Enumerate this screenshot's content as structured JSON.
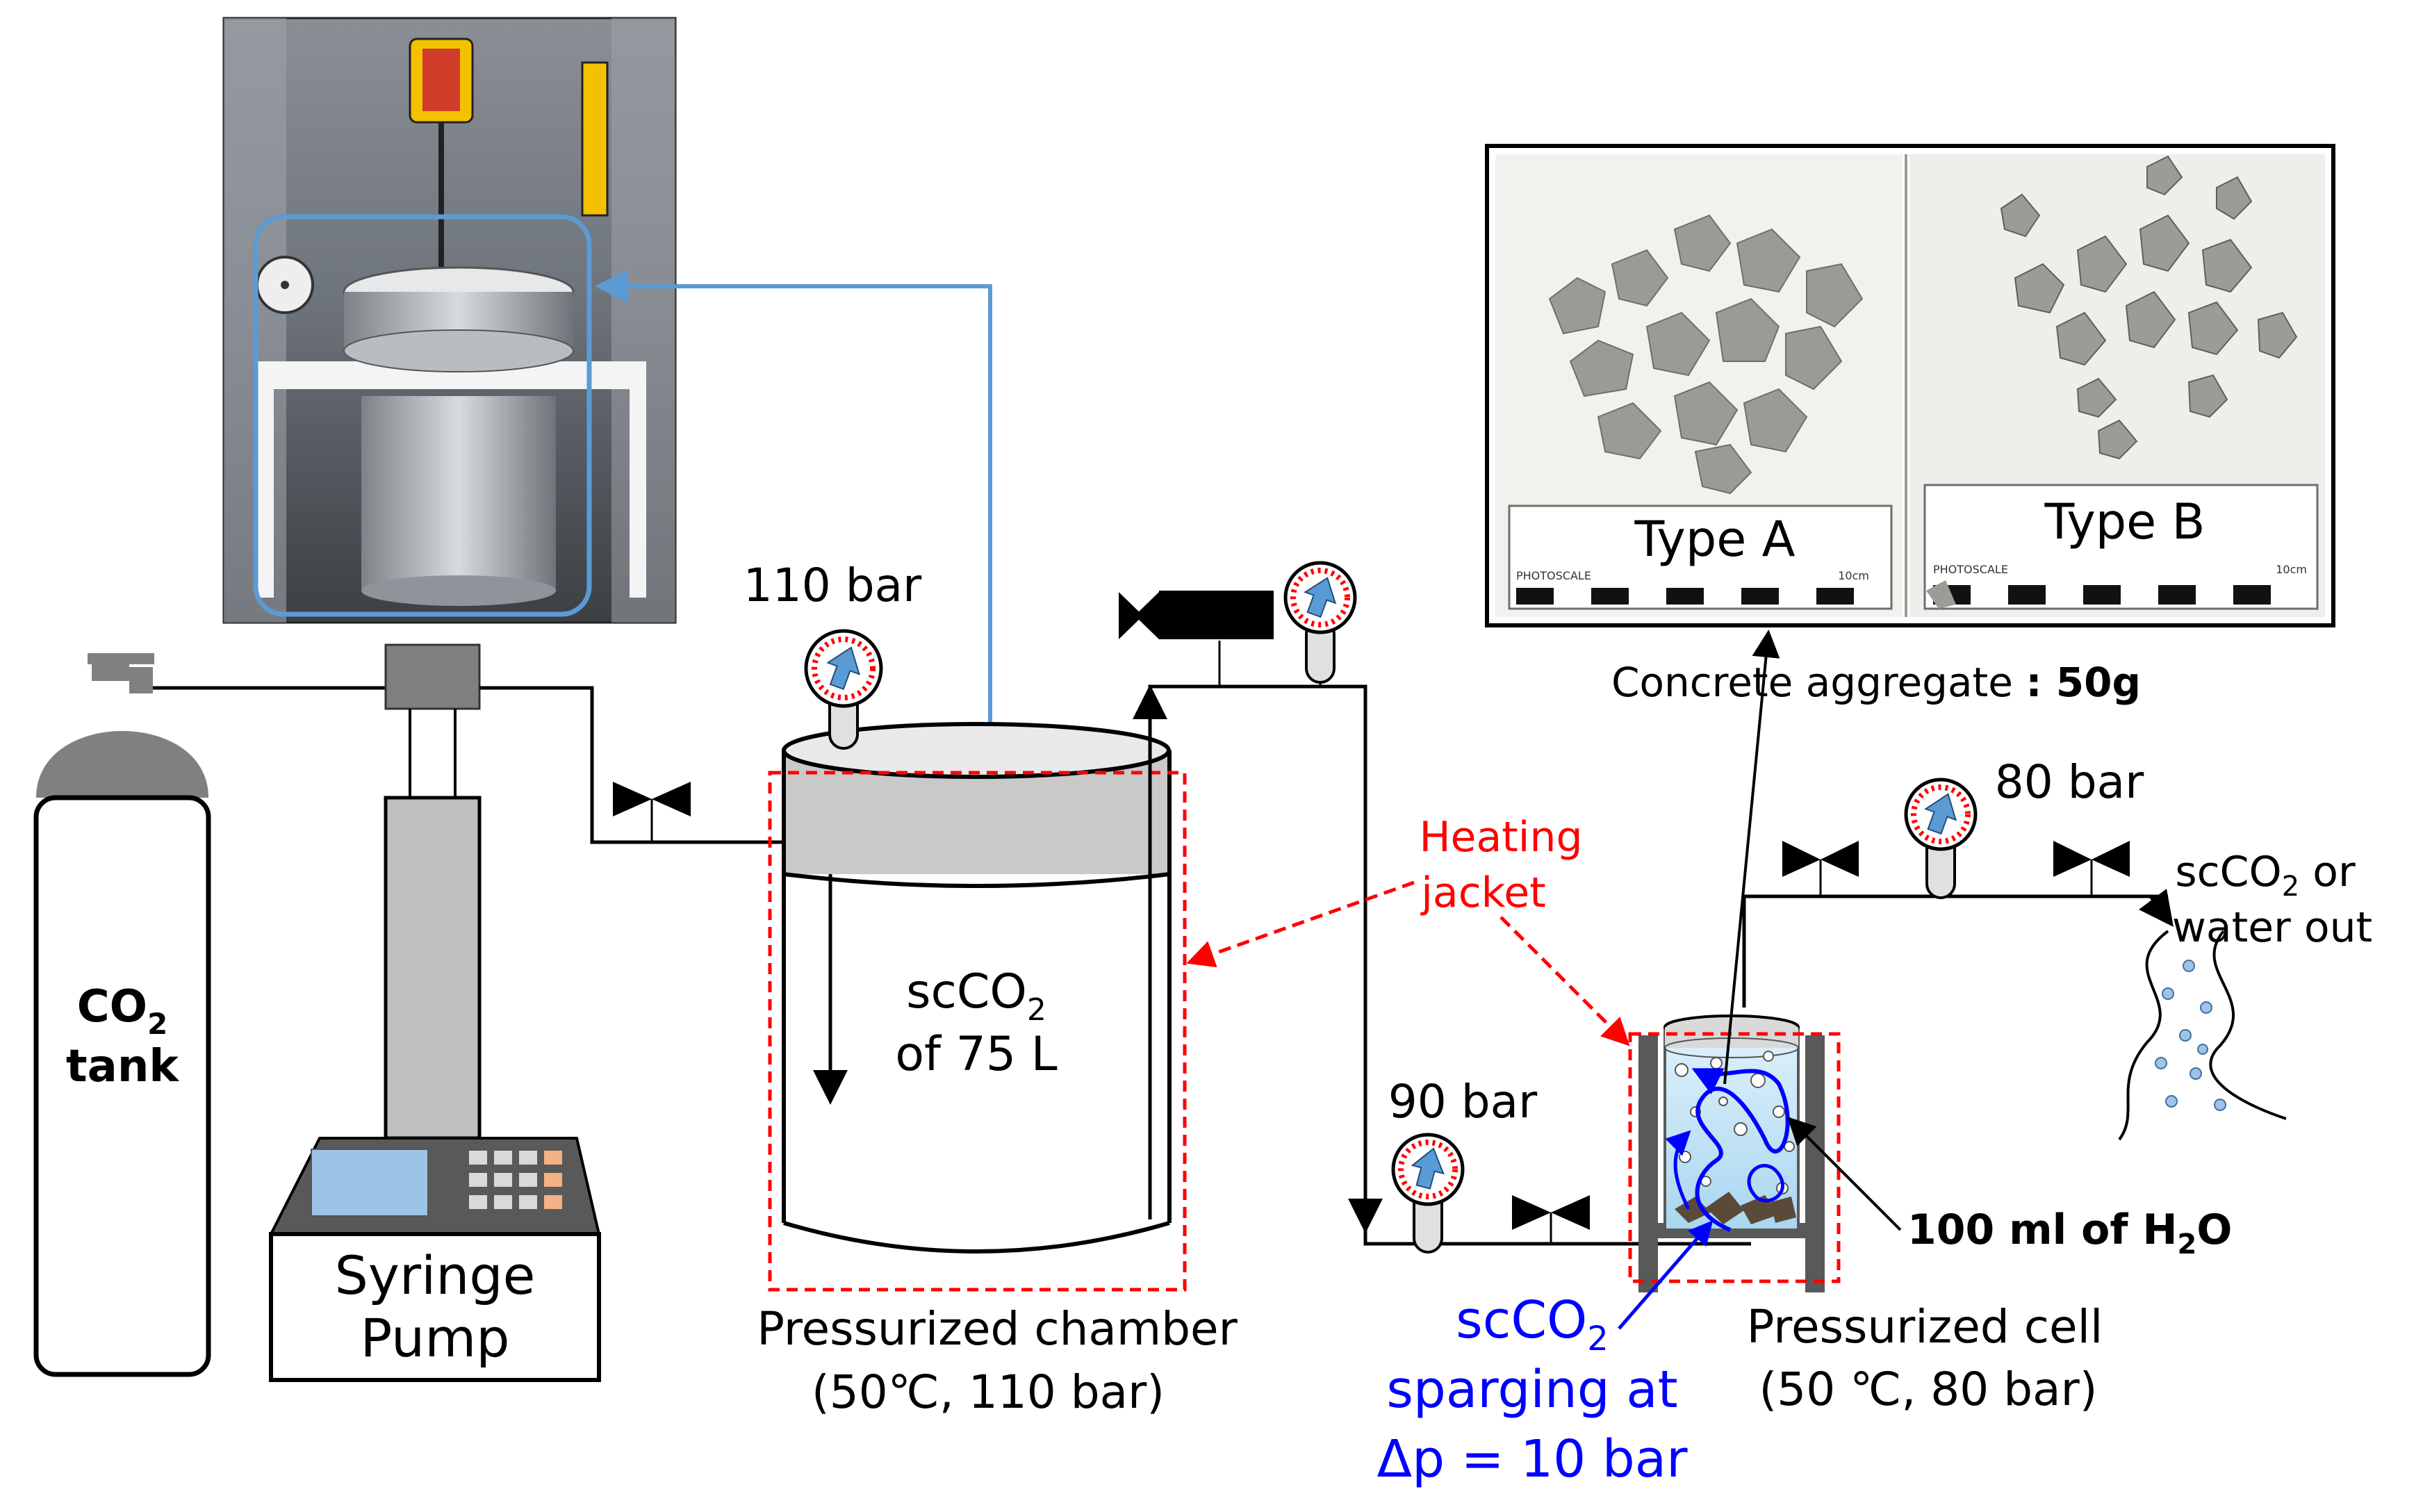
{
  "colors": {
    "line": "#000000",
    "blue_pipe": "#5b9bd5",
    "heating_red": "#ff0000",
    "sparging_blue": "#0000ff",
    "tank_gray": "#808080",
    "cap_gray": "#c8c8c8",
    "pump_gray": "#d9d9d9",
    "gauge_ring": "#ff0000",
    "gauge_arrow": "#5b9bd5"
  },
  "labels": {
    "co2_tank_line1": "CO",
    "co2_tank_sub": "2",
    "co2_tank_line2": "tank",
    "syringe_line1": "Syringe",
    "syringe_line2": "Pump",
    "chamber_inside_line1": "scCO",
    "chamber_inside_sub": "2",
    "chamber_inside_line2": "of 75 L",
    "chamber_caption_line1": "Pressurized chamber",
    "chamber_caption_line2": "(50℃, 110 bar)",
    "pressure_chamber": "110 bar",
    "pressure_inlet": "90 bar",
    "pressure_outlet": "80 bar",
    "heating_line1": "Heating",
    "heating_line2": "jacket",
    "cell_caption_line1": "Pressurized cell",
    "cell_caption_line2": "(50 ℃, 80 bar)",
    "water_label_prefix": "100 ml of H",
    "water_label_sub": "2",
    "water_label_suffix": "O",
    "out_line1_prefix": "scCO",
    "out_line1_sub": "2",
    "out_line1_suffix": " or",
    "out_line2": "water out",
    "sparging_line1_prefix": "scCO",
    "sparging_line1_sub": "2",
    "sparging_line2": "sparging at",
    "sparging_line3": "Δp = 10 bar",
    "aggregate_caption_prefix": "Concrete aggregate ",
    "aggregate_caption_value": ": 50g",
    "type_a": "Type A",
    "type_b": "Type B",
    "photoscale": "PHOTOSCALE",
    "scale_unit": "10cm"
  }
}
